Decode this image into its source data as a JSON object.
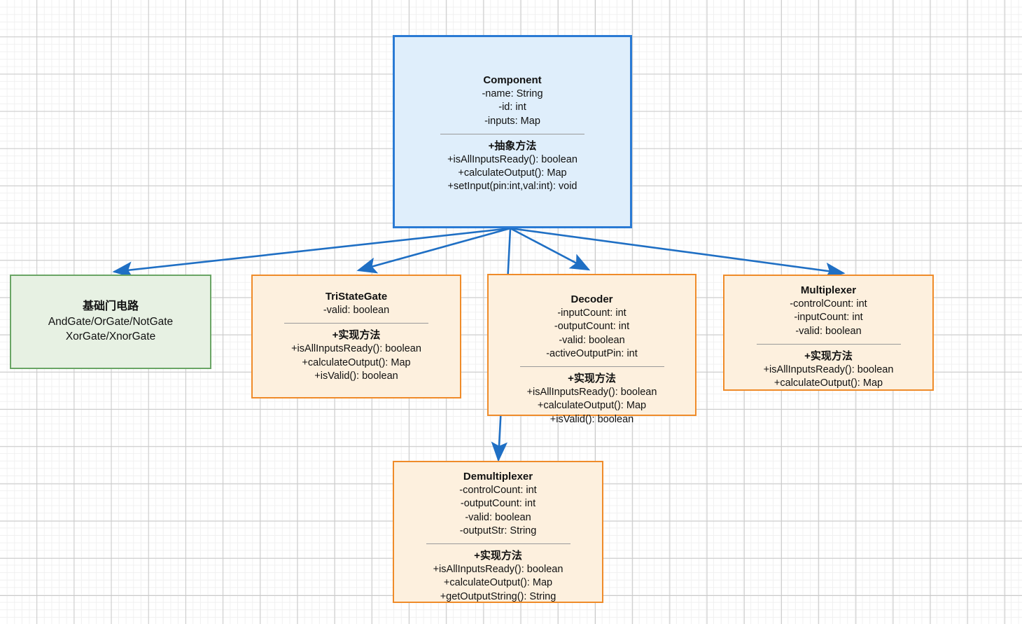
{
  "diagram": {
    "type": "uml-class-diagram",
    "background": "grid",
    "accent_colors": {
      "abstract_border": "#2a7ad4",
      "abstract_fill": "#dfeefb",
      "concrete_border": "#ef8b29",
      "concrete_fill": "#fdf0de",
      "group_border": "#6aa565",
      "group_fill": "#e7f1e3",
      "edge": "#1f6fc4",
      "separator": "#9a9a9a"
    }
  },
  "classes": {
    "component": {
      "title": "Component",
      "attributes": [
        "-name: String",
        "-id: int",
        "-inputs: Map"
      ],
      "methods_header": "+抽象方法",
      "methods": [
        "+isAllInputsReady(): boolean",
        "+calculateOutput(): Map",
        "+setInput(pin:int,val:int): void"
      ]
    },
    "basic_gates": {
      "title": "基础门电路",
      "lines": [
        "AndGate/OrGate/NotGate",
        "XorGate/XnorGate"
      ]
    },
    "tristategate": {
      "title": "TriStateGate",
      "attributes": [
        "-valid: boolean"
      ],
      "methods_header": "+实现方法",
      "methods": [
        "+isAllInputsReady(): boolean",
        "+calculateOutput(): Map",
        "+isValid(): boolean"
      ]
    },
    "decoder": {
      "title": "Decoder",
      "attributes": [
        "-inputCount: int",
        "-outputCount: int",
        "-valid: boolean",
        "-activeOutputPin: int"
      ],
      "methods_header": "+实现方法",
      "methods": [
        "+isAllInputsReady(): boolean",
        "+calculateOutput(): Map",
        "+isValid(): boolean"
      ]
    },
    "multiplexer": {
      "title": "Multiplexer",
      "attributes": [
        "-controlCount: int",
        "-inputCount: int",
        "-valid: boolean"
      ],
      "methods_header": "+实现方法",
      "methods": [
        "+isAllInputsReady(): boolean",
        "+calculateOutput(): Map"
      ]
    },
    "demultiplexer": {
      "title": "Demultiplexer",
      "attributes": [
        "-controlCount: int",
        "-outputCount: int",
        "-valid: boolean",
        "-outputStr: String"
      ],
      "methods_header": "+实现方法",
      "methods": [
        "+isAllInputsReady(): boolean",
        "+calculateOutput(): Map",
        "+getOutputString(): String"
      ]
    }
  },
  "edges": [
    {
      "from": "component",
      "to": "basic_gates",
      "style": "solid-arrow"
    },
    {
      "from": "component",
      "to": "tristategate",
      "style": "solid-arrow"
    },
    {
      "from": "component",
      "to": "decoder",
      "style": "solid-arrow"
    },
    {
      "from": "component",
      "to": "multiplexer",
      "style": "solid-arrow"
    },
    {
      "from": "component",
      "to": "demultiplexer",
      "style": "solid-arrow"
    }
  ]
}
